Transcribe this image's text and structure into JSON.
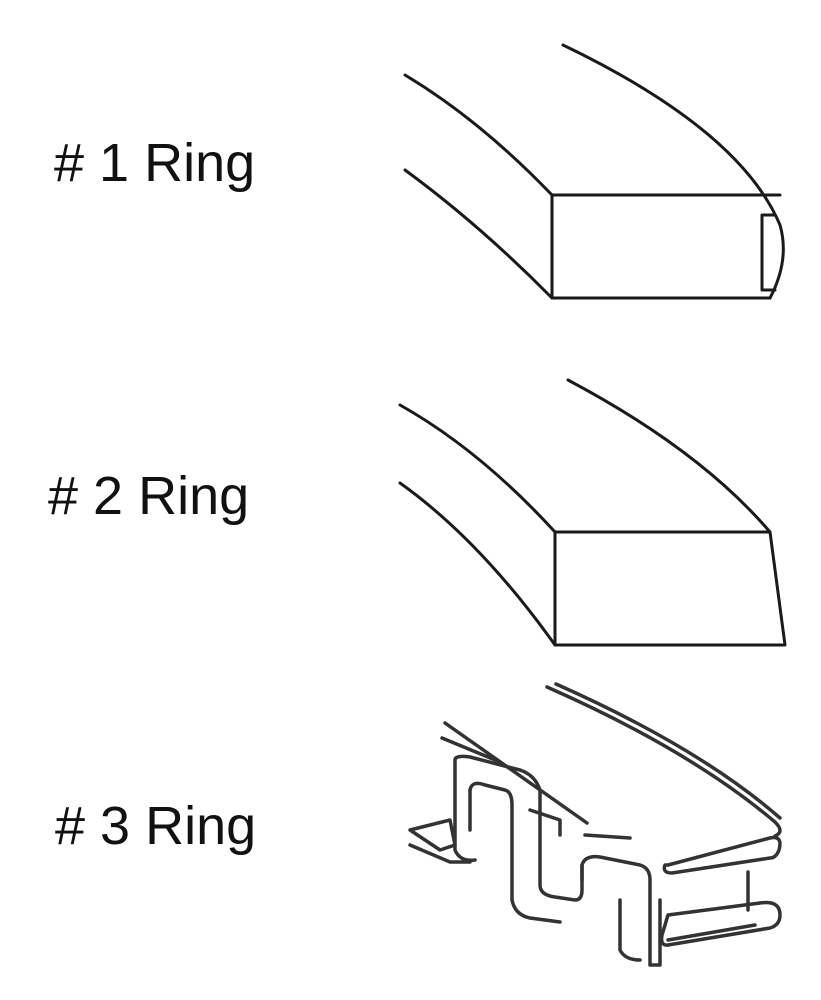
{
  "rings": [
    {
      "label": "# 1 Ring"
    },
    {
      "label": "# 2 Ring"
    },
    {
      "label": "# 3 Ring"
    }
  ]
}
